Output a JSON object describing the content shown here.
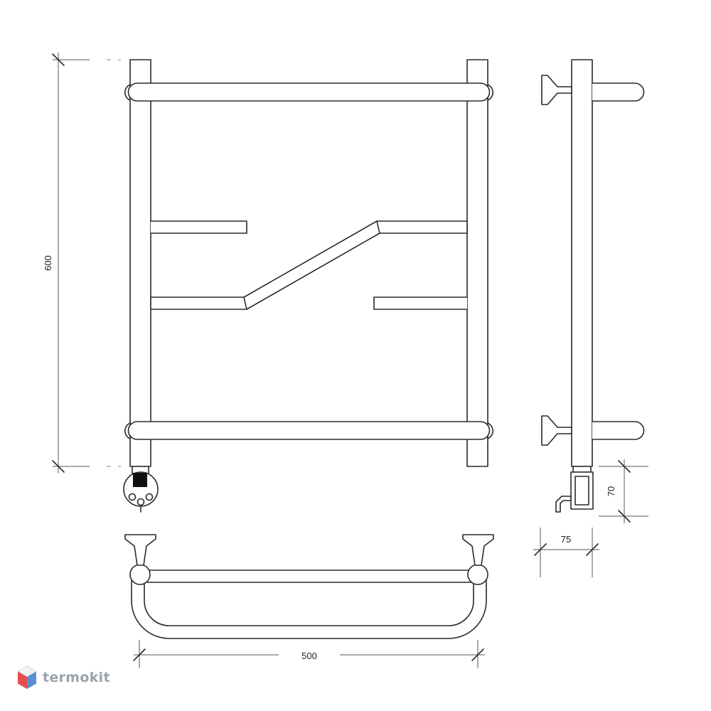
{
  "dimensions": {
    "height": "600",
    "width": "500",
    "depth": "75",
    "heater_height": "70"
  },
  "brand": {
    "name": "termokit",
    "logo_icon": "hexagon-cube-logo-icon",
    "logo_colors": [
      "#e84d4d",
      "#5a8fd6",
      "#f1f3f6"
    ]
  }
}
